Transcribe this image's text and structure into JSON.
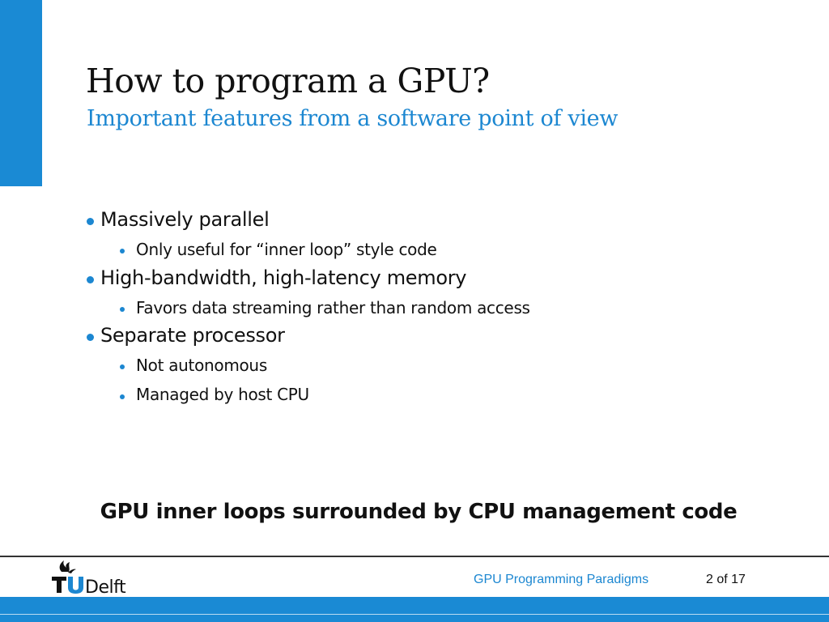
{
  "slide": {
    "title": "How to program a GPU?",
    "subtitle": "Important features from a software point of view"
  },
  "bullets": [
    {
      "text": "Massively parallel",
      "sub": [
        "Only useful for “inner loop” style code"
      ]
    },
    {
      "text": "High-bandwidth, high-latency memory",
      "sub": [
        "Favors data streaming rather than random access"
      ]
    },
    {
      "text": "Separate processor",
      "sub": [
        "Not autonomous",
        "Managed by host CPU"
      ]
    }
  ],
  "callout": "GPU inner loops surrounded by CPU management code",
  "footer": {
    "logo_text": "TUDelft",
    "presentation_title": "GPU Programming Paradigms",
    "page_indicator": "2 of 17"
  },
  "colors": {
    "accent_blue": "#1a8ad4",
    "subtitle_blue": "#1c87d1",
    "text": "#111111"
  },
  "icons": {
    "bullet_level_1": "bullet-dot-icon",
    "bullet_level_2": "bullet-dot-icon",
    "logo": "tudelft-flame-logo"
  }
}
